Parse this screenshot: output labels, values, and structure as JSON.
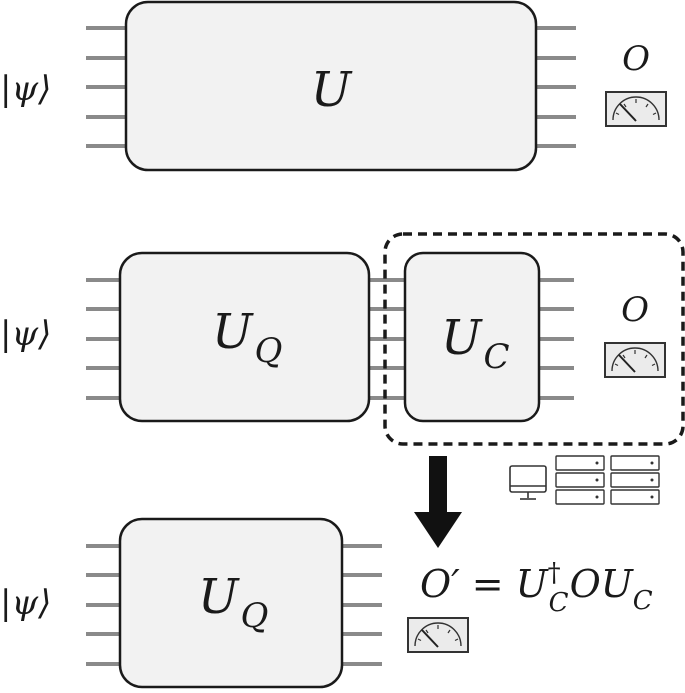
{
  "panel1": {
    "input_state": "|ψ⟩",
    "gate": "U",
    "observable": "O"
  },
  "panel2": {
    "input_state": "|ψ⟩",
    "gate_quantum": {
      "base": "U",
      "sub": "Q"
    },
    "gate_classical": {
      "base": "U",
      "sub": "C"
    },
    "observable": "O"
  },
  "panel3": {
    "input_state": "|ψ⟩",
    "gate_quantum": {
      "base": "U",
      "sub": "Q"
    },
    "observable_prime": "O′",
    "equals": "=",
    "u_dagger_base": "U",
    "u_dagger_sup": "†",
    "u_dagger_sub": "C",
    "o_middle": "O",
    "u_c_base": "U",
    "u_c_sub": "C"
  },
  "colors": {
    "wire": "#8a8a8a",
    "box_fill": "#f2f2f2",
    "box_stroke": "#1a1a1a",
    "text": "#1a1a1a"
  },
  "icons": [
    "meter-icon",
    "computer-icon",
    "server-rack-icon"
  ]
}
